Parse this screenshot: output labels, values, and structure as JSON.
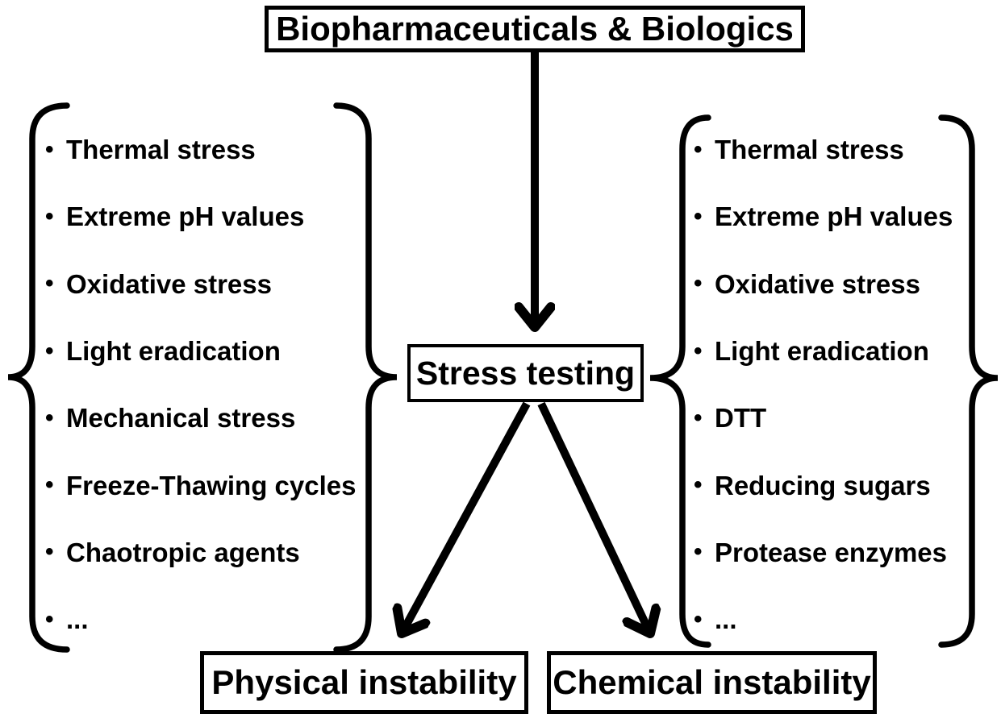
{
  "nodes": {
    "title": "Biopharmaceuticals & Biologics",
    "center": "Stress testing",
    "physical": "Physical instability",
    "chemical": "Chemical instability"
  },
  "bullet_glyph": "•",
  "left_list": {
    "items": [
      "Thermal stress",
      "Extreme pH values",
      "Oxidative stress",
      "Light eradication",
      "Mechanical stress",
      "Freeze-Thawing cycles",
      "Chaotropic agents",
      "..."
    ]
  },
  "right_list": {
    "items": [
      "Thermal stress",
      "Extreme pH values",
      "Oxidative stress",
      "Light eradication",
      "DTT",
      "Reducing sugars",
      "Protease enzymes",
      "..."
    ]
  },
  "colors": {
    "ink": "#000000",
    "background": "#ffffff"
  }
}
